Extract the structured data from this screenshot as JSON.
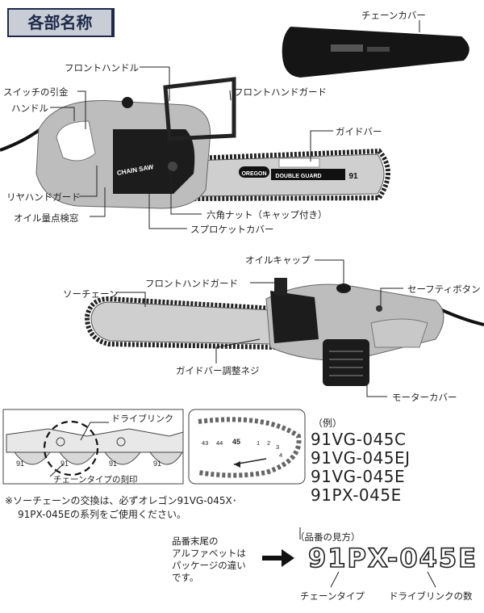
{
  "section_title": "各部名称",
  "labels": {
    "chain_cover": "チェーンカバー",
    "front_handle": "フロントハンドル",
    "switch_trigger": "スイッチの引金",
    "handle": "ハンドル",
    "front_hand_guard_top": "フロントハンドガード",
    "guide_bar": "ガイドバー",
    "rear_hand_guard": "リヤハンドガード",
    "oil_window": "オイル量点検窓",
    "hex_nut": "六角ナット（キャップ付き）",
    "sprocket_cover": "スプロケットカバー",
    "oil_cap": "オイルキャップ",
    "saw_chain": "ソーチェーン",
    "front_hand_guard_bottom": "フロントハンドガード",
    "safety_button": "セーフティボタン",
    "bar_adjust_screw": "ガイドバー調整ネジ",
    "motor_cover": "モーターカバー"
  },
  "product_marks": {
    "bar_brand": "OREGON",
    "bar_model": "DOUBLE GUARD",
    "bar_number": "91",
    "body_text": "CHAIN SAW"
  },
  "chain_diagram": {
    "drive_link_label": "ドライブリンク",
    "stamp_label": "チェーンタイプの刻印",
    "stamp_number": "91",
    "count_labels": [
      "43",
      "44",
      "45",
      "1",
      "2",
      "3",
      "4"
    ]
  },
  "examples": {
    "heading": "（例）",
    "codes": [
      "91VG-045C",
      "91VG-045EJ",
      "91VG-045E",
      "91PX-045E"
    ]
  },
  "note": {
    "line1": "※ソーチェーンの交換は、必ずオレゴン91VG-045X･",
    "line2": "91PX-045Eの系列をご使用ください。"
  },
  "model_reading": {
    "heading": "（品番の見方）",
    "explanation": [
      "品番末尾の",
      "アルファベットは",
      "パッケージの違い",
      "です。"
    ],
    "model": "91PX-045E",
    "chain_type": "チェーンタイプ",
    "drive_link_count": "ドライブリンクの数"
  }
}
